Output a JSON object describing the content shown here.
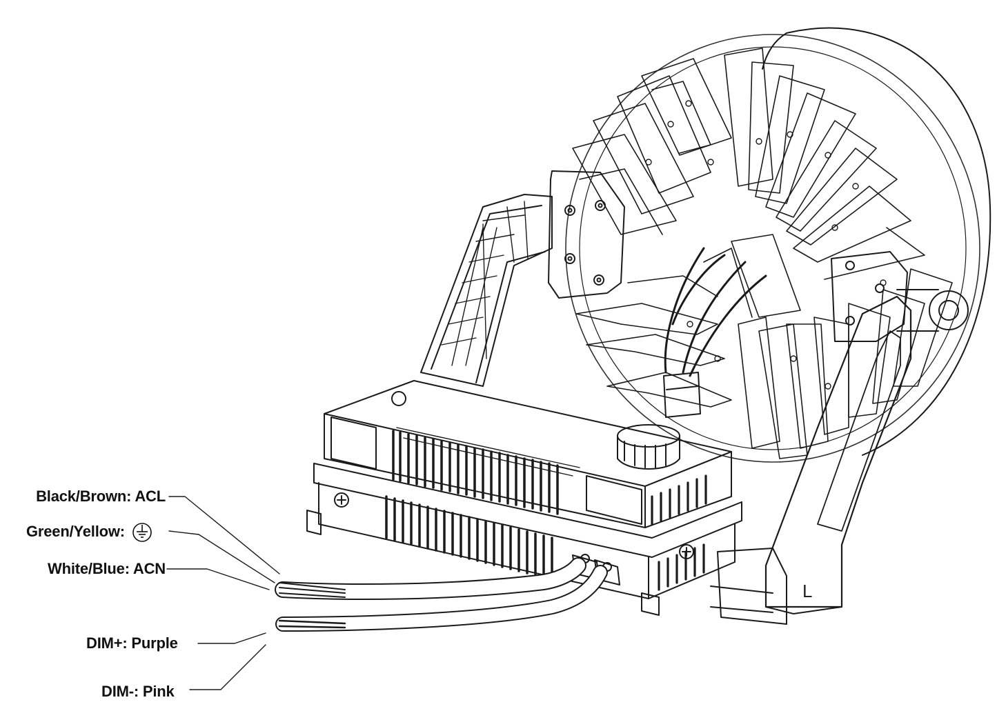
{
  "labels": {
    "acl": "Black/Brown: ACL",
    "ground": "Green/Yellow:",
    "acn": "White/Blue: ACN",
    "dim_plus": "DIM+: Purple",
    "dim_minus": "DIM-: Pink"
  },
  "bracket_mark": "L",
  "colors": {
    "line": "#1a1a1a",
    "text": "#111111",
    "background": "#ffffff"
  },
  "icons": {
    "ground": "ground-symbol-icon"
  }
}
